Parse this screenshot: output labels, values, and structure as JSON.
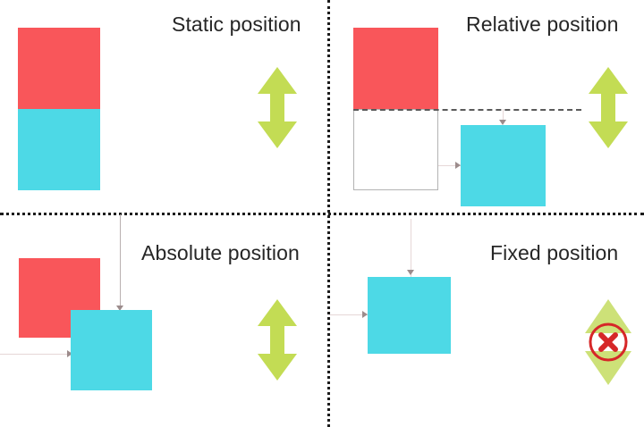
{
  "diagram": {
    "title_semantic": "css-position-types-diagram",
    "background": "#ffffff",
    "colors": {
      "red_block": "#f9565a",
      "cyan_block": "#4dd9e6",
      "green_arrow": "#c3dc54",
      "green_arrow_light": "#cde178",
      "divider": "#1c1c1c",
      "outline_box": "#b3b3b3",
      "connector": "#e6d7d7",
      "arrowhead": "#9c8c8c",
      "dashed_baseline": "#5a5a5a",
      "no_symbol": "#d62728",
      "label_text": "#262626"
    }
  },
  "quadrants": [
    {
      "key": "static",
      "label": "Static position",
      "blocks": [
        {
          "name": "red-block",
          "color": "#f9565a"
        },
        {
          "name": "cyan-block",
          "color": "#4dd9e6"
        }
      ],
      "arrow": {
        "name": "vertical-double-arrow",
        "movable": true
      }
    },
    {
      "key": "relative",
      "label": "Relative position",
      "blocks": [
        {
          "name": "red-block",
          "color": "#f9565a"
        },
        {
          "name": "original-outline-box",
          "color": "#ffffff"
        },
        {
          "name": "cyan-block",
          "color": "#4dd9e6"
        }
      ],
      "arrow": {
        "name": "vertical-double-arrow",
        "movable": true
      }
    },
    {
      "key": "absolute",
      "label": "Absolute position",
      "blocks": [
        {
          "name": "red-block",
          "color": "#f9565a"
        },
        {
          "name": "cyan-block",
          "color": "#4dd9e6"
        }
      ],
      "arrow": {
        "name": "vertical-double-arrow",
        "movable": true
      }
    },
    {
      "key": "fixed",
      "label": "Fixed position",
      "blocks": [
        {
          "name": "cyan-block",
          "color": "#4dd9e6"
        }
      ],
      "arrow": {
        "name": "vertical-double-arrow-blocked",
        "movable": false
      }
    }
  ]
}
